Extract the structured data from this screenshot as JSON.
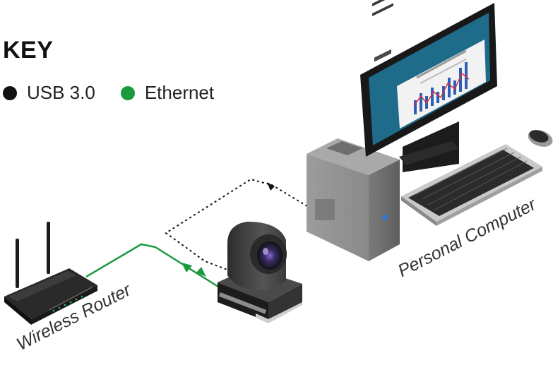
{
  "key": {
    "title": "KEY",
    "items": [
      {
        "label": "USB 3.0",
        "color": "#111111"
      },
      {
        "label": "Ethernet",
        "color": "#1a9a3e"
      }
    ]
  },
  "devices": {
    "router_label": "Wireless Router",
    "pc_label": "Personal Computer"
  },
  "colors": {
    "usb_line": "#111111",
    "ethernet_line": "#1a9a3e",
    "screen": "#1f6b8a"
  }
}
